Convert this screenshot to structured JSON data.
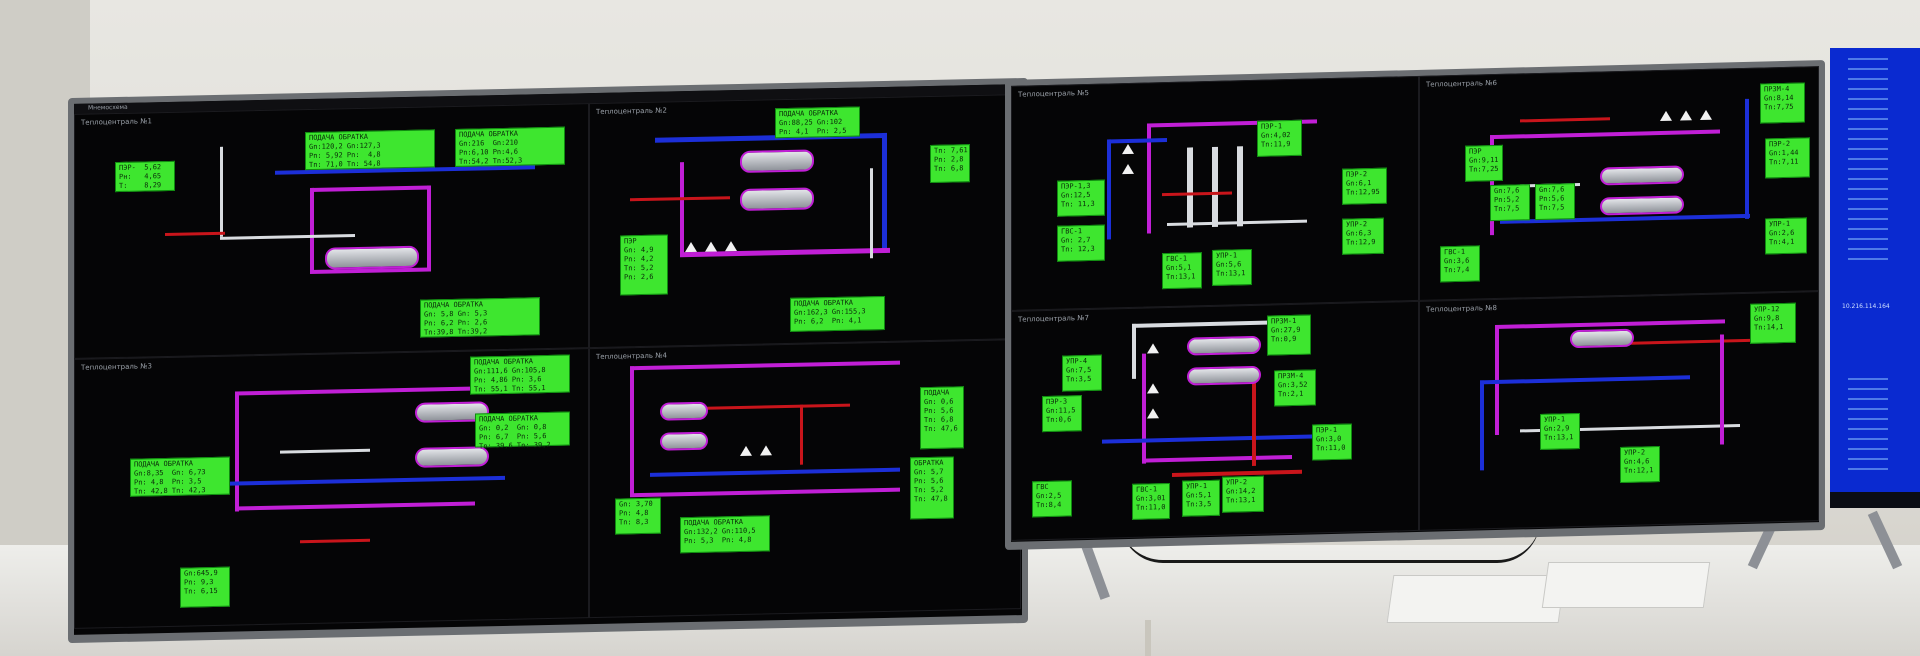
{
  "panels": [
    {
      "title": "Теплоцентраль №1"
    },
    {
      "title": "Теплоцентраль №2"
    },
    {
      "title": "Теплоцентраль №3"
    },
    {
      "title": "Теплоцентраль №4"
    },
    {
      "title": "Теплоцентраль №5"
    },
    {
      "title": "Теплоцентраль №6"
    },
    {
      "title": "Теплоцентраль №7"
    },
    {
      "title": "Теплоцентраль №8"
    }
  ],
  "window_title": "Мнемосхема",
  "side_screen": {
    "info": "10.216.114.164"
  },
  "labels": {
    "supply_return": "ПОДАЧА   ОБРАТКА"
  },
  "colors": {
    "magenta_pipe": "#c11fd6",
    "blue_pipe": "#1c2fd8",
    "red_pipe": "#c9151b",
    "green_label": "#3ee62f"
  }
}
